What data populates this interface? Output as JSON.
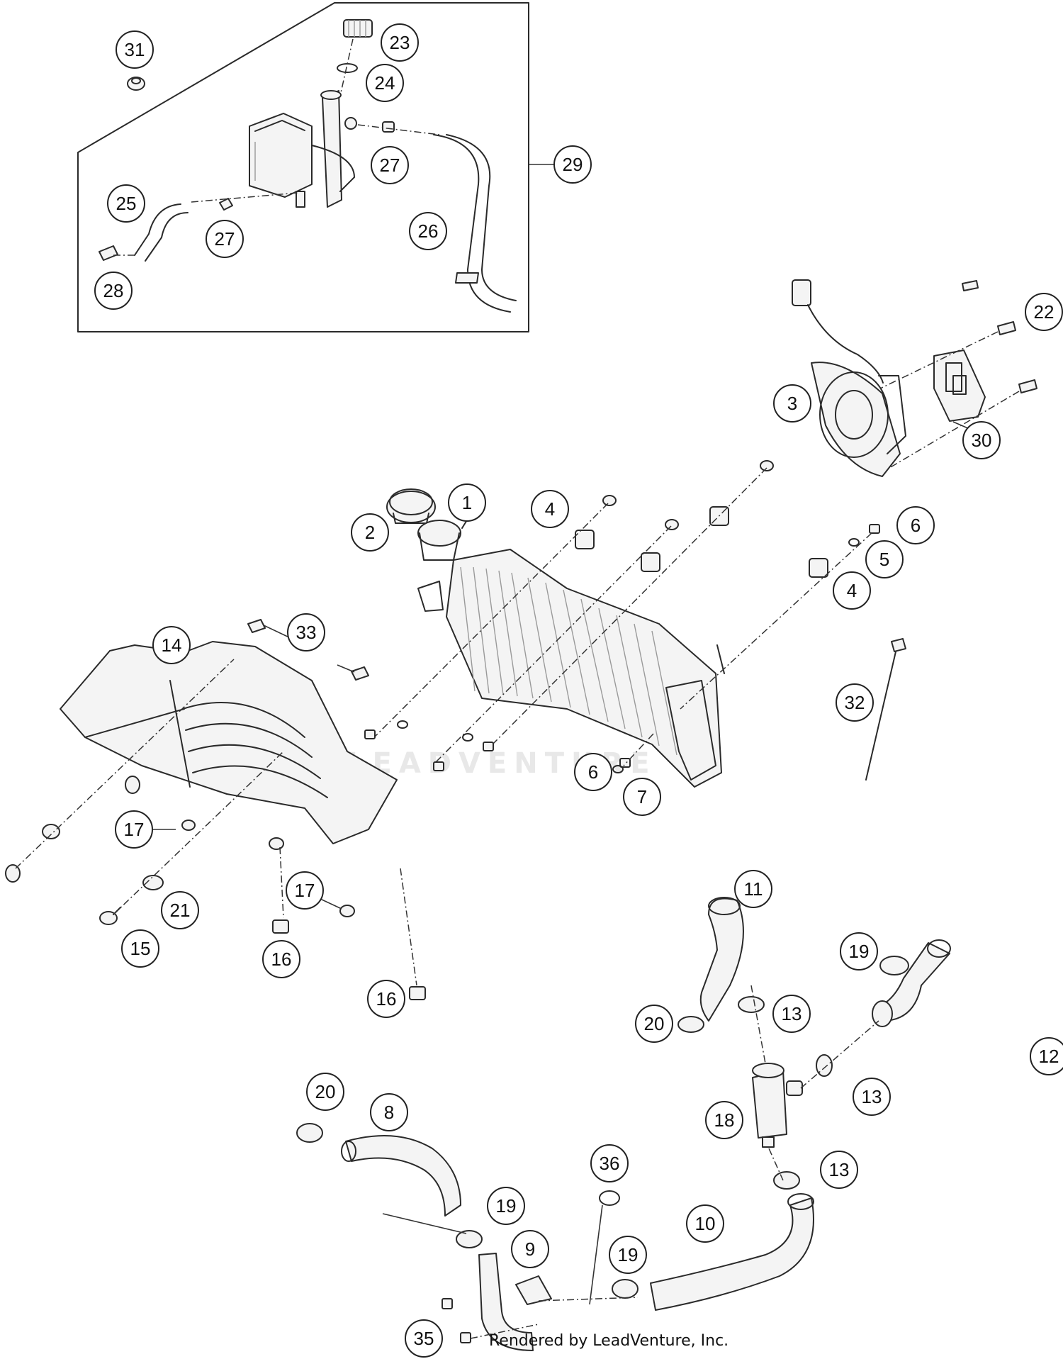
{
  "watermark": "LEADVENTURE",
  "footer": "Rendered by LeadVenture, Inc.",
  "callouts": [
    {
      "label": "1"
    },
    {
      "label": "2"
    },
    {
      "label": "3"
    },
    {
      "label": "4"
    },
    {
      "label": "4"
    },
    {
      "label": "5"
    },
    {
      "label": "6"
    },
    {
      "label": "6"
    },
    {
      "label": "7"
    },
    {
      "label": "8"
    },
    {
      "label": "9"
    },
    {
      "label": "10"
    },
    {
      "label": "11"
    },
    {
      "label": "12"
    },
    {
      "label": "13"
    },
    {
      "label": "13"
    },
    {
      "label": "13"
    },
    {
      "label": "14"
    },
    {
      "label": "15"
    },
    {
      "label": "16"
    },
    {
      "label": "16"
    },
    {
      "label": "17"
    },
    {
      "label": "17"
    },
    {
      "label": "18"
    },
    {
      "label": "19"
    },
    {
      "label": "19"
    },
    {
      "label": "19"
    },
    {
      "label": "20"
    },
    {
      "label": "20"
    },
    {
      "label": "21"
    },
    {
      "label": "22"
    },
    {
      "label": "23"
    },
    {
      "label": "24"
    },
    {
      "label": "25"
    },
    {
      "label": "26"
    },
    {
      "label": "27"
    },
    {
      "label": "27"
    },
    {
      "label": "28"
    },
    {
      "label": "29"
    },
    {
      "label": "30"
    },
    {
      "label": "31"
    },
    {
      "label": "32"
    },
    {
      "label": "33"
    },
    {
      "label": "35"
    },
    {
      "label": "36"
    }
  ]
}
